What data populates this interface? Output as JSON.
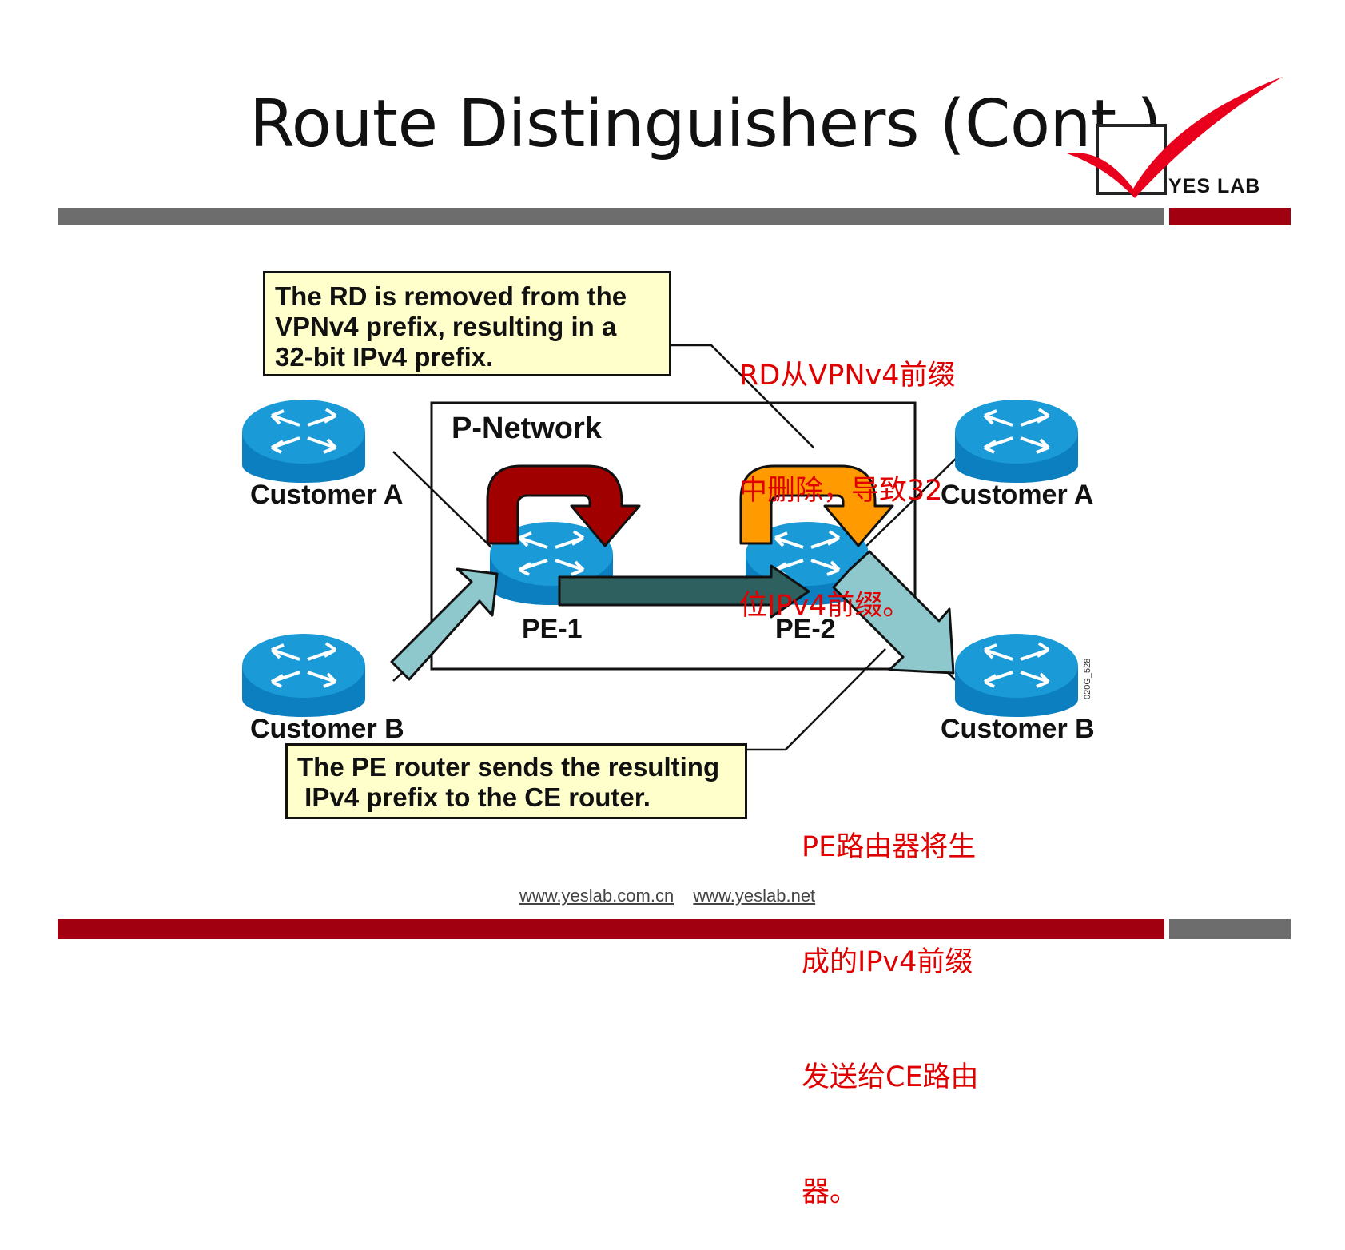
{
  "title": "Route Distinguishers (Cont.)",
  "logo": {
    "text": "YES LAB",
    "check_color": "#e8001c"
  },
  "colors": {
    "bar_gray": "#6d6d6d",
    "bar_red": "#a10010",
    "router_blue": "#0a8ed0",
    "callout_bg": "#ffffcc",
    "annotation_red": "#e00000"
  },
  "callout_top": {
    "lines": [
      "The RD is removed from the",
      "VPNv4 prefix, resulting in a",
      "32-bit IPv4 prefix."
    ]
  },
  "callout_bottom": {
    "lines": [
      "The PE router sends the resulting",
      " IPv4 prefix to the CE router."
    ]
  },
  "annotation_top": {
    "lines": [
      "RD从VPNv4前缀",
      "中删除，导致32",
      "位IPv4前缀。"
    ]
  },
  "annotation_bottom": {
    "lines": [
      "PE路由器将生",
      "成的IPv4前缀",
      "发送给CE路由",
      "器。"
    ]
  },
  "p_network_label": "P-Network",
  "routers": {
    "customer_a_left": "Customer A",
    "customer_b_left": "Customer B",
    "customer_a_right": "Customer A",
    "customer_b_right": "Customer B",
    "pe1": "PE-1",
    "pe2": "PE-2"
  },
  "figure_code": "020G_528",
  "footer": {
    "links": [
      "www.yeslab.com.cn",
      "www.yeslab.net"
    ]
  }
}
